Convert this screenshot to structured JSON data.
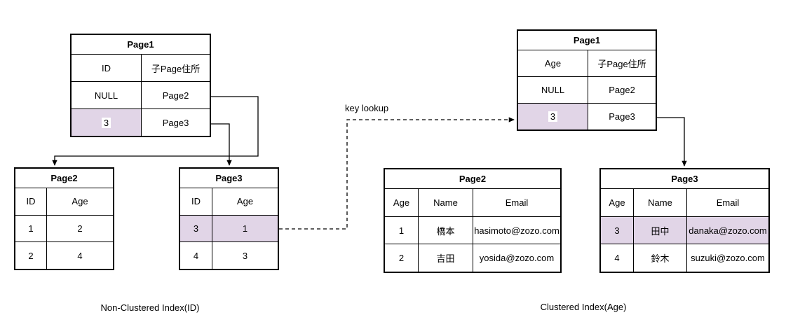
{
  "labels": {
    "key_lookup": "key lookup",
    "left_caption": "Non-Clustered Index(ID)",
    "right_caption": "Clustered Index(Age)"
  },
  "colors": {
    "highlight": "#E1D5E7",
    "line": "#000000"
  },
  "left_page1": {
    "title": "Page1",
    "col_headers": [
      "ID",
      "子Page住所"
    ],
    "rows": [
      [
        "NULL",
        "Page2"
      ],
      [
        "3",
        "Page3"
      ]
    ]
  },
  "left_page2": {
    "title": "Page2",
    "col_headers": [
      "ID",
      "Age"
    ],
    "rows": [
      [
        "1",
        "2"
      ],
      [
        "2",
        "4"
      ]
    ]
  },
  "left_page3": {
    "title": "Page3",
    "col_headers": [
      "ID",
      "Age"
    ],
    "rows": [
      [
        "3",
        "1"
      ],
      [
        "4",
        "3"
      ]
    ]
  },
  "right_page1": {
    "title": "Page1",
    "col_headers": [
      "Age",
      "子Page住所"
    ],
    "rows": [
      [
        "NULL",
        "Page2"
      ],
      [
        "3",
        "Page3"
      ]
    ]
  },
  "right_page2": {
    "title": "Page2",
    "col_headers": [
      "Age",
      "Name",
      "Email"
    ],
    "rows": [
      [
        "1",
        "橋本",
        "hasimoto@zozo.com"
      ],
      [
        "2",
        "吉田",
        "yosida@zozo.com"
      ]
    ]
  },
  "right_page3": {
    "title": "Page3",
    "col_headers": [
      "Age",
      "Name",
      "Email"
    ],
    "rows": [
      [
        "3",
        "田中",
        "danaka@zozo.com"
      ],
      [
        "4",
        "鈴木",
        "suzuki@zozo.com"
      ]
    ]
  }
}
